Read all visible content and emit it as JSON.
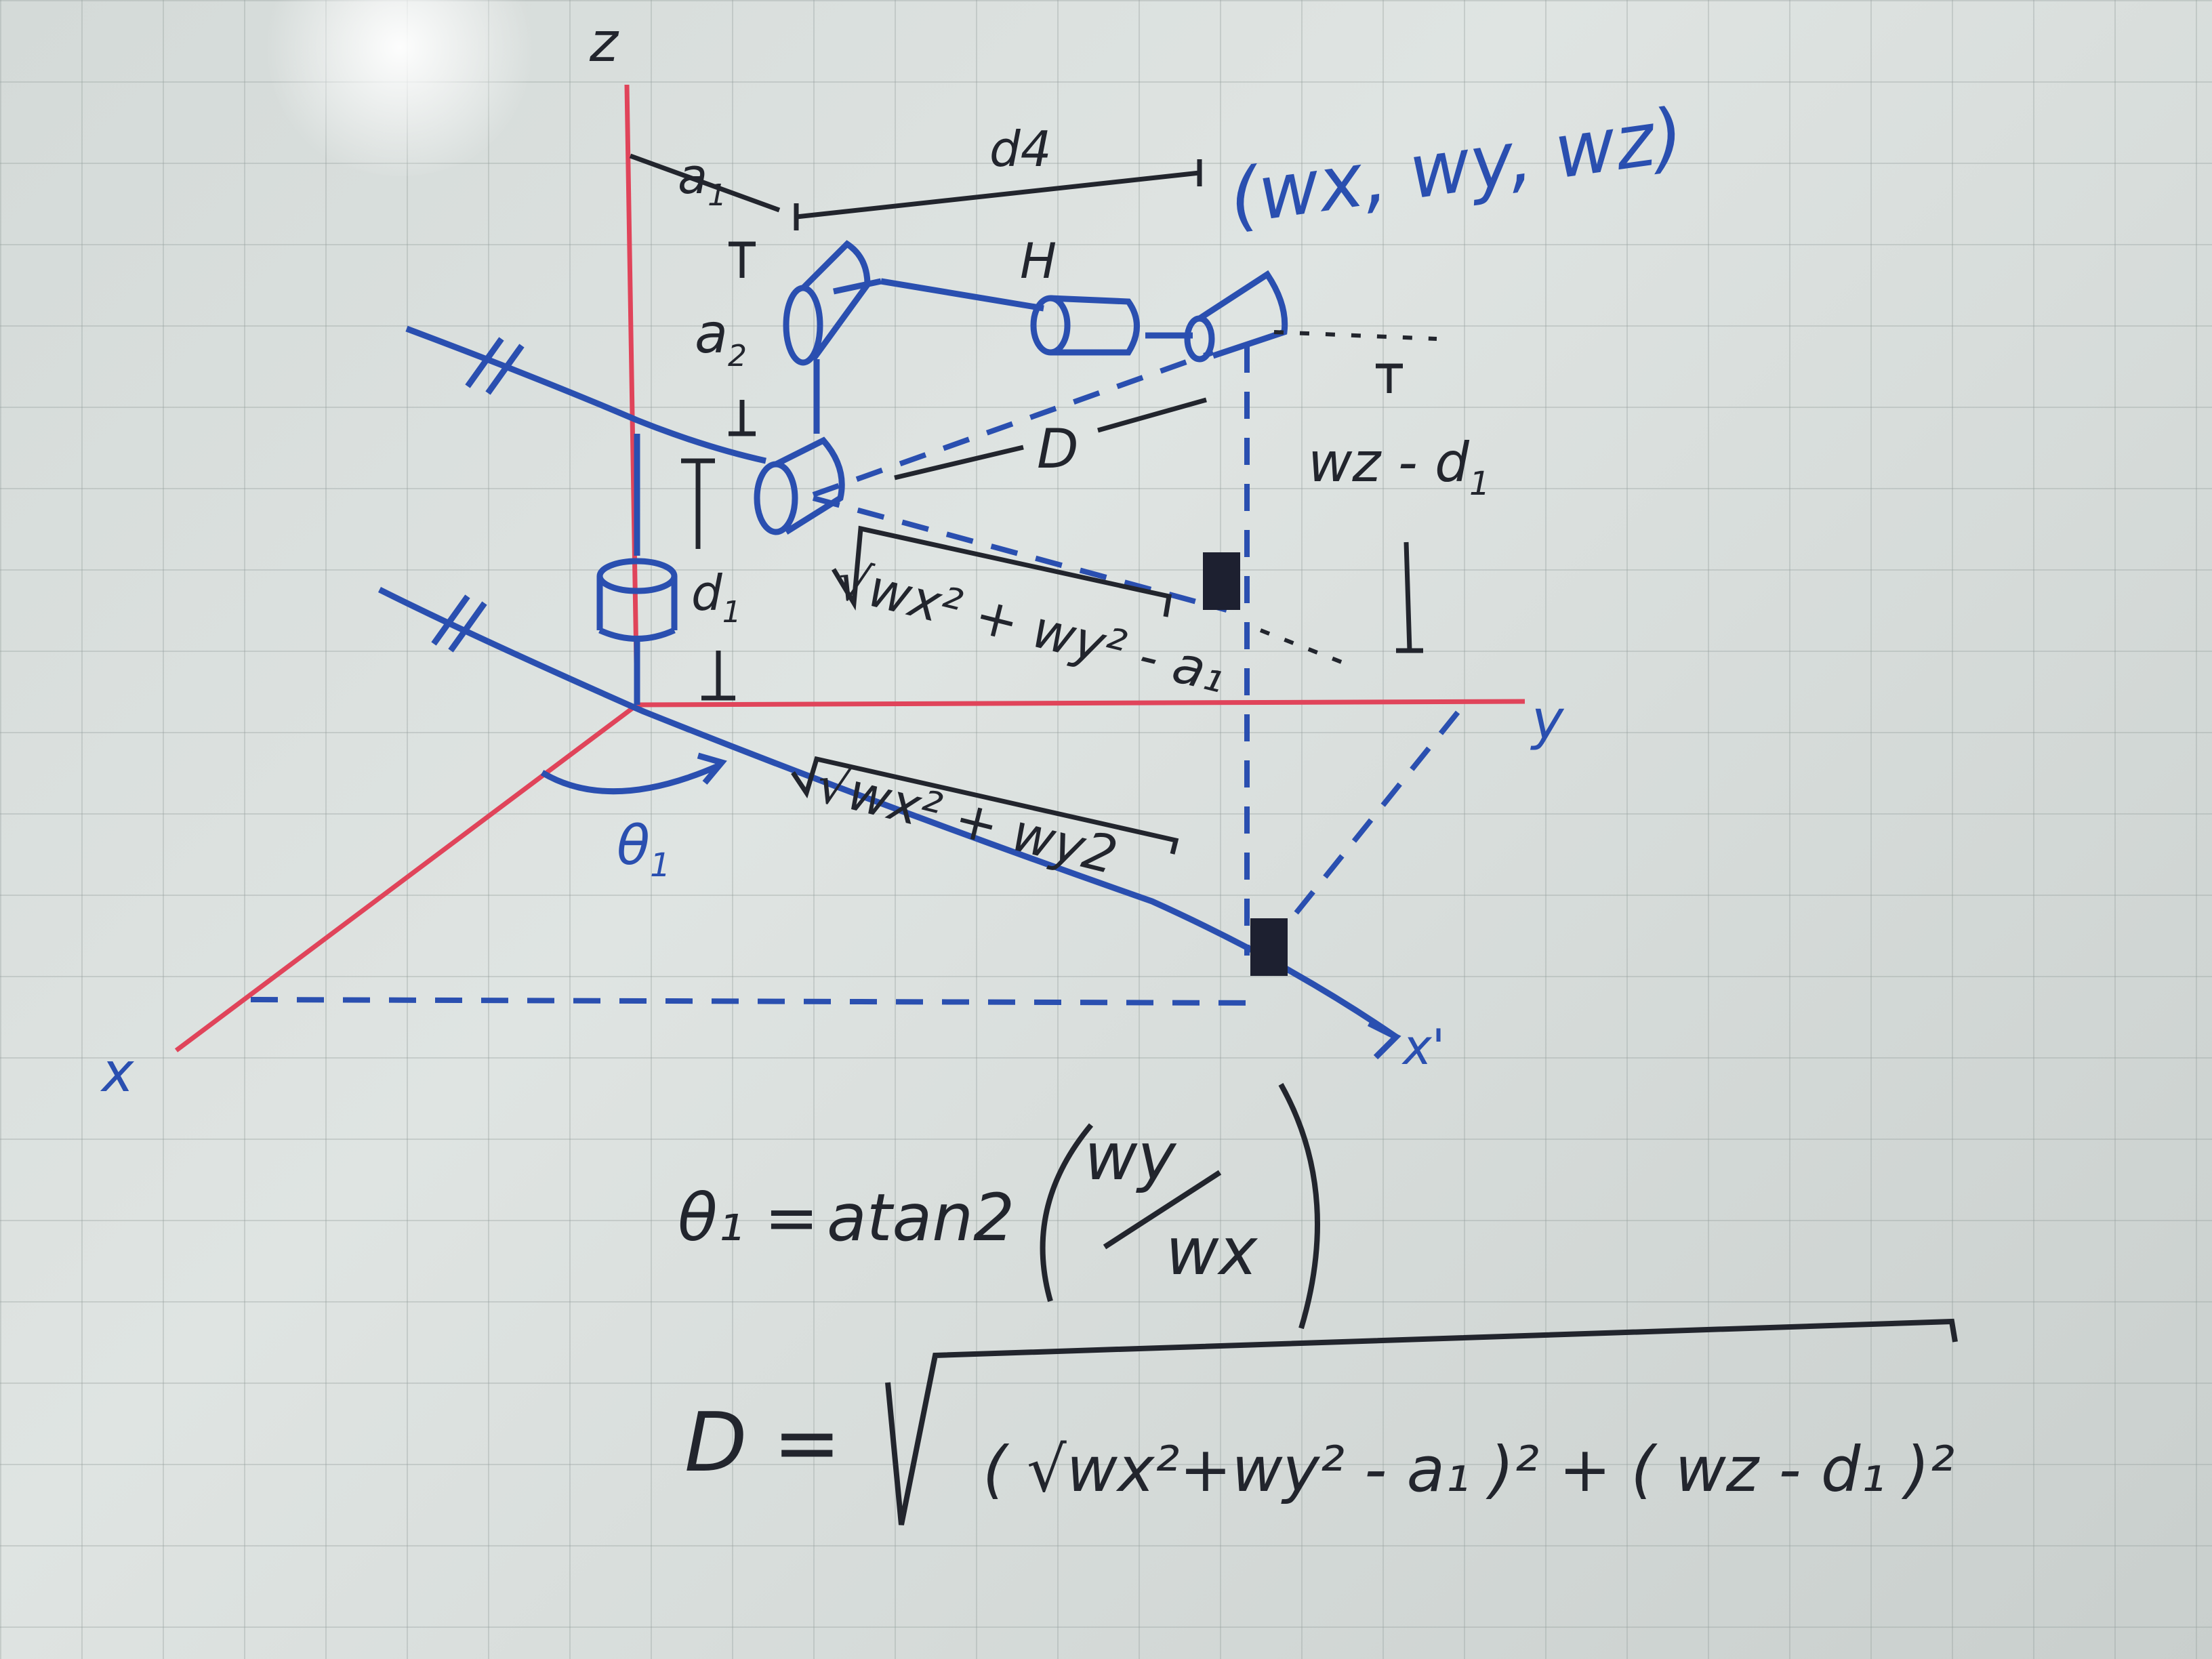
{
  "axes": {
    "x": "x",
    "y": "y",
    "z": "z",
    "x_prime": "x'"
  },
  "labels": {
    "a1": "a",
    "a1_sub": "1",
    "a2": "a",
    "a2_sub": "2",
    "d1": "d",
    "d1_sub": "1",
    "d4": "d4",
    "H": "H",
    "D": "D",
    "theta1": "θ",
    "theta1_sub": "1",
    "wrist_point": "(wx, wy, wz)",
    "wz_minus_d1": "wz - d",
    "wz_minus_d1_sub": "1",
    "upper_sqrt": "√wx² + wy² - a₁",
    "lower_sqrt": "√wx² + wy2"
  },
  "equations": {
    "theta1_lhs": "θ₁ =",
    "theta1_fn": "atan2",
    "theta1_num": "wy",
    "theta1_den": "wx",
    "D_lhs": "D =",
    "D_rhs": "( √wx²+wy² - a₁ )² + ( wz - d₁ )²"
  },
  "colors": {
    "axis_red": "#e0445a",
    "ink_blue": "#2a4fb0",
    "ink_black": "#22252d"
  }
}
